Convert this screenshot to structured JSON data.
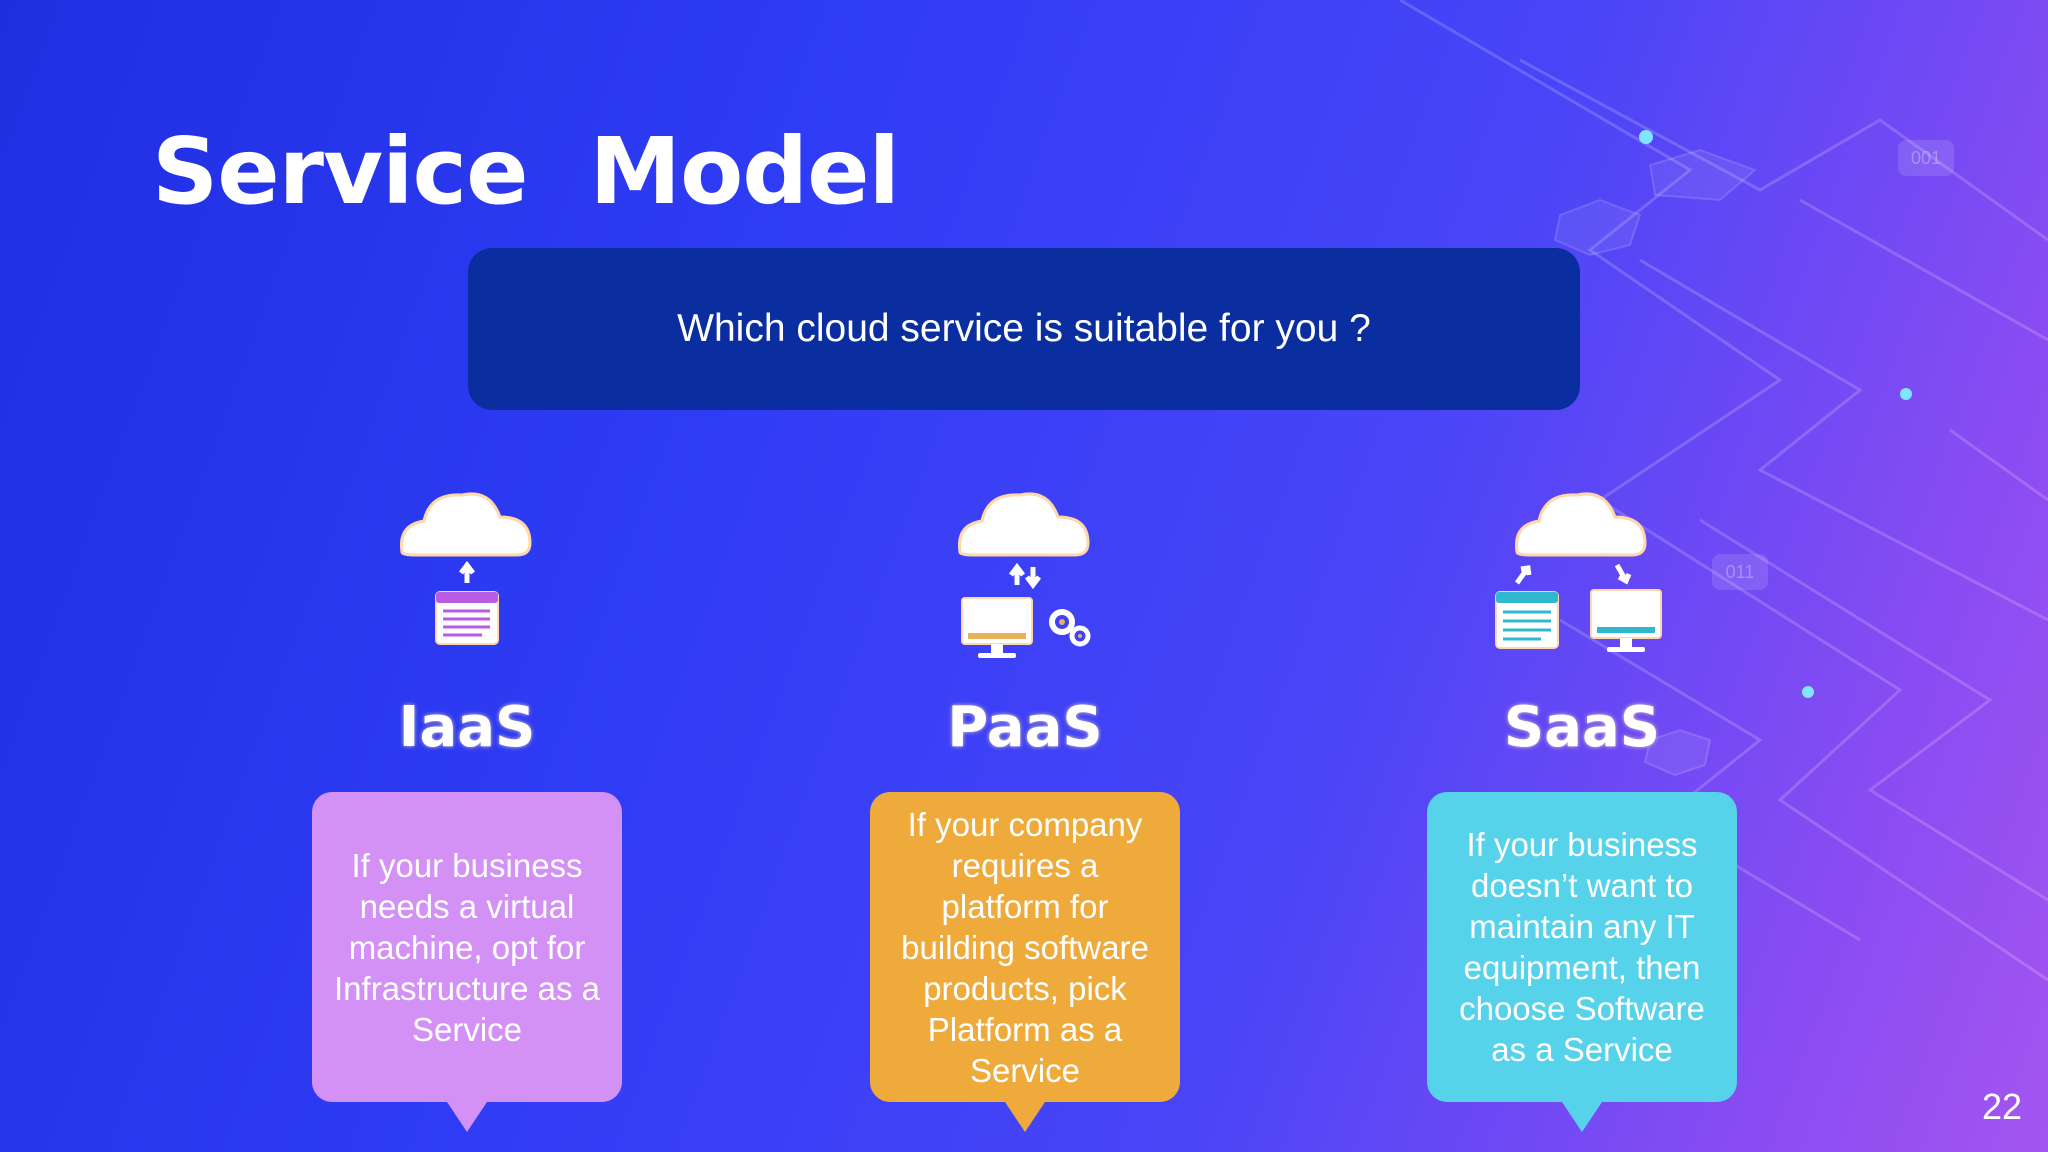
{
  "slide": {
    "title": "Service  Model",
    "question": "Which cloud service is suitable for you ?",
    "page_number": "22",
    "models": [
      {
        "label": "IaaS",
        "description": "If your business needs a virtual machine, opt for Infrastructure as a Service",
        "color": "#d391f5",
        "icon": "cloud-browser-icon"
      },
      {
        "label": "PaaS",
        "description": "If your company requires a platform for building software products, pick Platform as a Service",
        "color": "#efaa3c",
        "icon": "cloud-computer-gears-icon"
      },
      {
        "label": "SaaS",
        "description": "If your business doesn’t want to maintain any IT equipment, then choose Software as a Service",
        "color": "#56d3ea",
        "icon": "cloud-browser-computer-icon"
      }
    ],
    "decor_labels": [
      "001",
      "011"
    ]
  }
}
